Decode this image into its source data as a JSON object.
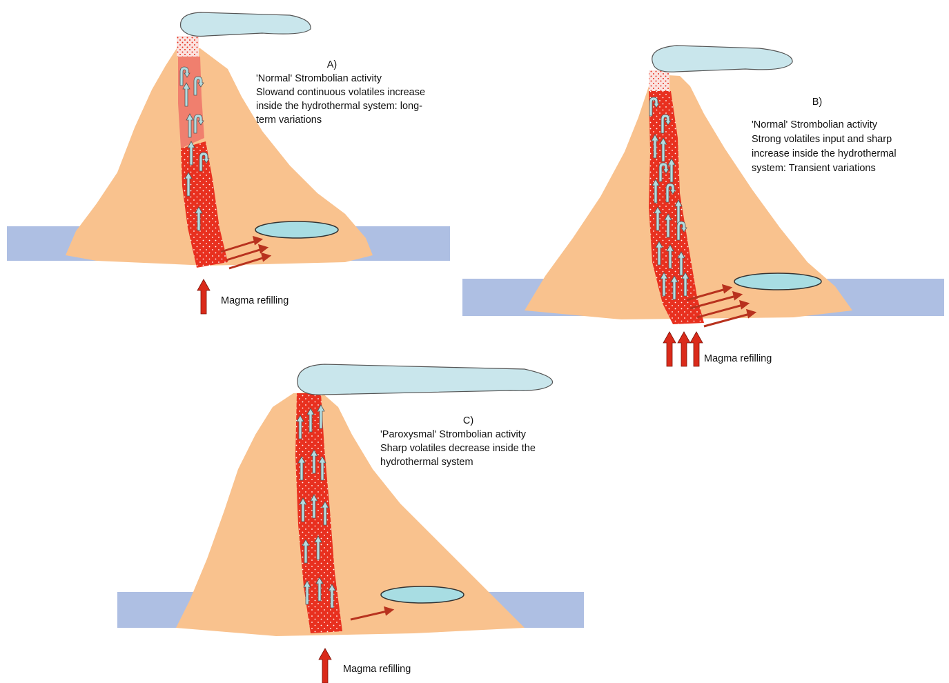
{
  "panels": [
    {
      "id": "A",
      "letter": "A)",
      "lines": [
        "'Normal' Strombolian activity",
        "Slowand continuous volatiles increase",
        "inside the hydrothermal system: long-",
        "term variations"
      ],
      "refill_label": "Magma refilling",
      "refill_arrows": 1
    },
    {
      "id": "B",
      "letter": "B)",
      "lines": [
        "'Normal' Strombolian activity",
        "Strong volatiles input and sharp",
        "increase inside the hydrothermal",
        "system: Transient variations"
      ],
      "refill_label": "Magma refilling",
      "refill_arrows": 3
    },
    {
      "id": "C",
      "letter": "C)",
      "lines": [
        "'Paroxysmal' Strombolian activity",
        "Sharp volatiles decrease inside the",
        "hydrothermal system"
      ],
      "refill_label": "Magma refilling",
      "refill_arrows": 1
    }
  ],
  "colors": {
    "volcano": "#F9C28E",
    "sea": "#AEBFE3",
    "magma": "#E8301F",
    "magma_light": "#F07F6E",
    "plume": "#C9E6EC",
    "reservoir": "#A8DDE3",
    "gas_arrow": "#B3DCE0",
    "refill_arrow": "#DA2A1A",
    "lateral_arrow": "#B8321E"
  }
}
